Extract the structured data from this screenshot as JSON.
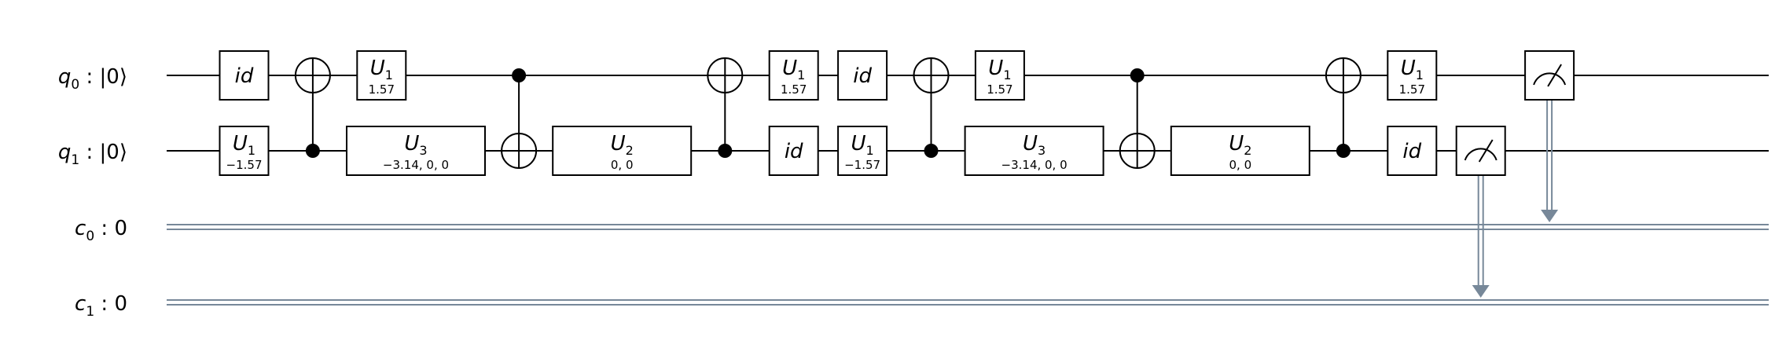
{
  "wires": [
    {
      "id": "q0",
      "name": "q",
      "index": "0",
      "sep": " : ",
      "value": "|0⟩",
      "type": "quantum"
    },
    {
      "id": "q1",
      "name": "q",
      "index": "1",
      "sep": " : ",
      "value": "|0⟩",
      "type": "quantum"
    },
    {
      "id": "c0",
      "name": "c",
      "index": "0",
      "sep": " :  ",
      "value": "0",
      "type": "classical"
    },
    {
      "id": "c1",
      "name": "c",
      "index": "1",
      "sep": " :  ",
      "value": "0",
      "type": "classical"
    }
  ],
  "colors": {
    "wire": "#000000",
    "classical": "#778899",
    "gate_fill": "#ffffff",
    "gate_stroke": "#000000"
  },
  "gates": [
    {
      "type": "single",
      "wire": "q0",
      "col": 1,
      "name": "id",
      "params": ""
    },
    {
      "type": "single",
      "wire": "q1",
      "col": 1,
      "name": "U",
      "index": "1",
      "params": "−1.57"
    },
    {
      "type": "cx",
      "target": "q0",
      "control": "q1",
      "col": 2
    },
    {
      "type": "single",
      "wire": "q0",
      "col": 3,
      "name": "U",
      "index": "1",
      "params": "1.57"
    },
    {
      "type": "wide",
      "wire": "q1",
      "col": 3.5,
      "name": "U",
      "index": "3",
      "params": "−3.14, 0, 0"
    },
    {
      "type": "cx",
      "target": "q1",
      "control": "q0",
      "col": 5
    },
    {
      "type": "wide",
      "wire": "q1",
      "col": 6.5,
      "name": "U",
      "index": "2",
      "params": "0, 0"
    },
    {
      "type": "cx",
      "target": "q0",
      "control": "q1",
      "col": 8
    },
    {
      "type": "single",
      "wire": "q0",
      "col": 9,
      "name": "U",
      "index": "1",
      "params": "1.57"
    },
    {
      "type": "single",
      "wire": "q1",
      "col": 9,
      "name": "id",
      "params": ""
    },
    {
      "type": "single",
      "wire": "q0",
      "col": 10,
      "name": "id",
      "params": ""
    },
    {
      "type": "single",
      "wire": "q1",
      "col": 10,
      "name": "U",
      "index": "1",
      "params": "−1.57"
    },
    {
      "type": "cx",
      "target": "q0",
      "control": "q1",
      "col": 11
    },
    {
      "type": "single",
      "wire": "q0",
      "col": 12,
      "name": "U",
      "index": "1",
      "params": "1.57"
    },
    {
      "type": "wide",
      "wire": "q1",
      "col": 12.5,
      "name": "U",
      "index": "3",
      "params": "−3.14, 0, 0"
    },
    {
      "type": "cx",
      "target": "q1",
      "control": "q0",
      "col": 14
    },
    {
      "type": "wide",
      "wire": "q1",
      "col": 15.5,
      "name": "U",
      "index": "2",
      "params": "0, 0"
    },
    {
      "type": "cx",
      "target": "q0",
      "control": "q1",
      "col": 17
    },
    {
      "type": "single",
      "wire": "q0",
      "col": 18,
      "name": "U",
      "index": "1",
      "params": "1.57"
    },
    {
      "type": "single",
      "wire": "q1",
      "col": 18,
      "name": "id",
      "params": ""
    },
    {
      "type": "measure",
      "wire": "q1",
      "creg": "c1",
      "col": 19
    },
    {
      "type": "measure",
      "wire": "q0",
      "creg": "c0",
      "col": 20
    }
  ]
}
